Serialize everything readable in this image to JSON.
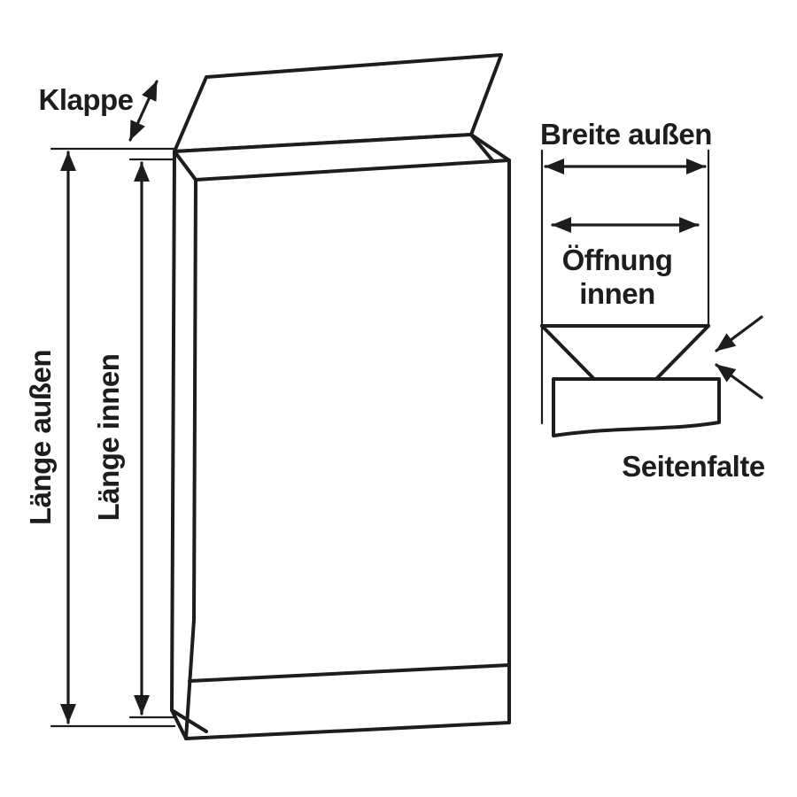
{
  "diagram": {
    "labels": {
      "klappe": "Klappe",
      "laenge_aussen": "Länge außen",
      "laenge_innen": "Länge innen",
      "breite_aussen": "Breite außen",
      "oeffnung_line1": "Öffnung",
      "oeffnung_line2": "innen",
      "seitenfalte": "Seitenfalte"
    },
    "colors": {
      "line": "#1d1d1b",
      "background": "#ffffff"
    }
  }
}
